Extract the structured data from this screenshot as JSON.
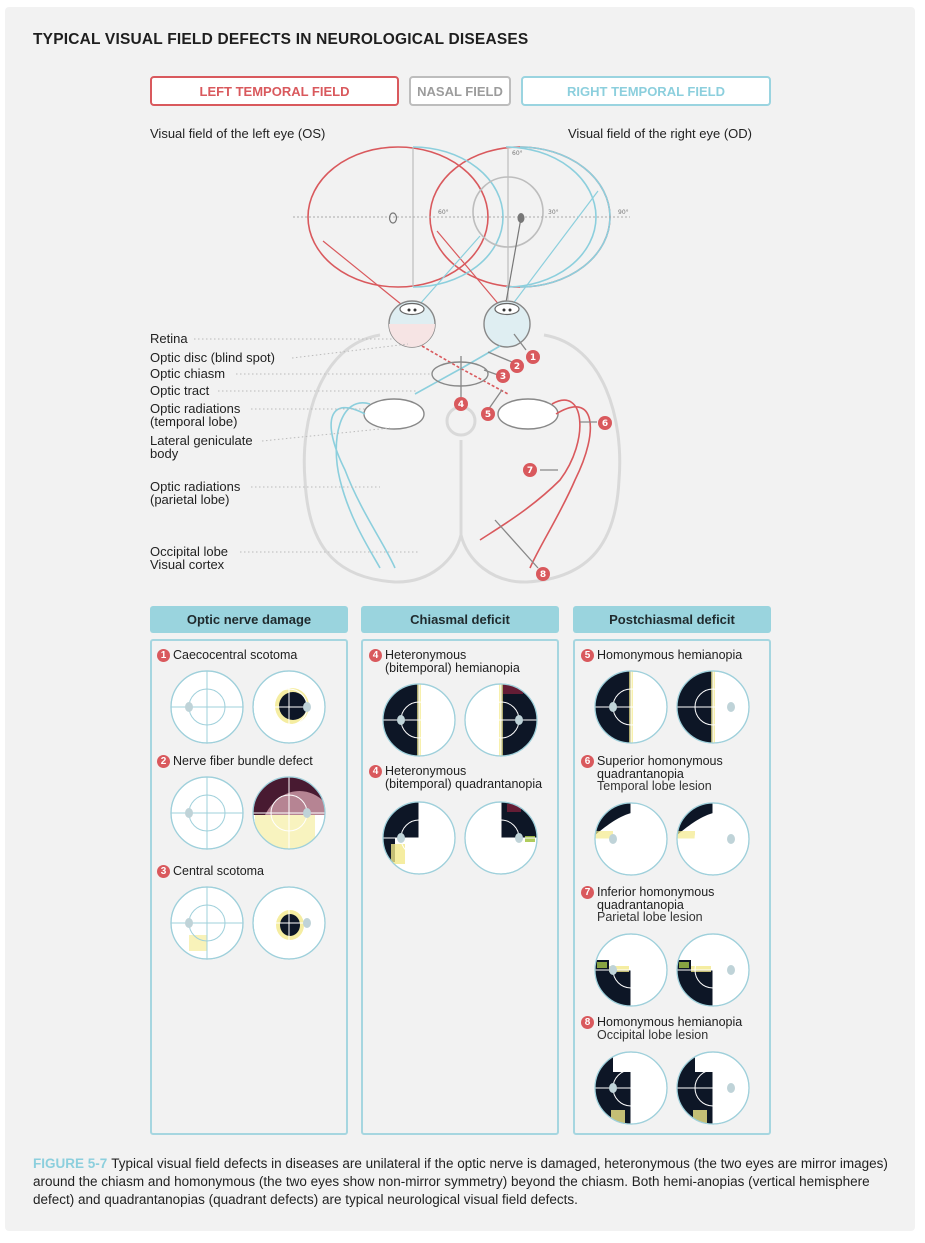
{
  "title": "TYPICAL VISUAL FIELD DEFECTS IN NEUROLOGICAL DISEASES",
  "legend": {
    "left": "LEFT TEMPORAL FIELD",
    "nasal": "NASAL FIELD",
    "right": "RIGHT TEMPORAL FIELD"
  },
  "visual_fields": {
    "left_eye": "Visual field of the left eye (OS)",
    "right_eye": "Visual field of the right eye (OD)",
    "degrees": {
      "d60_top": "60°",
      "d60_mid": "60°",
      "d30": "30°",
      "d90": "90°"
    }
  },
  "anatomy": {
    "retina": "Retina",
    "optic_disc": "Optic disc (blind spot)",
    "optic_chiasm": "Optic chiasm",
    "optic_tract": "Optic tract",
    "optic_radiations_temporal_1": "Optic radiations",
    "optic_radiations_temporal_2": "(temporal lobe)",
    "lgb_1": "Lateral geniculate",
    "lgb_2": "body",
    "optic_radiations_parietal_1": "Optic radiations",
    "optic_radiations_parietal_2": "(parietal lobe)",
    "occipital_1": "Occipital lobe",
    "occipital_2": "Visual cortex",
    "markers": [
      "1",
      "2",
      "3",
      "4",
      "5",
      "6",
      "7",
      "8"
    ]
  },
  "colors": {
    "red": "#d9595d",
    "blue": "#8ccfdd",
    "grey": "#bdbdbd",
    "panel": "#9ad4de"
  },
  "panels": [
    {
      "header": "Optic nerve damage",
      "defects": [
        {
          "num": "1",
          "line1": "Caecocentral scotoma"
        },
        {
          "num": "2",
          "line1": "Nerve fiber bundle defect"
        },
        {
          "num": "3",
          "line1": "Central scotoma"
        }
      ]
    },
    {
      "header": "Chiasmal deficit",
      "defects": [
        {
          "num": "4",
          "line1": "Heteronymous",
          "line2": "(bitemporal) hemianopia"
        },
        {
          "num": "4",
          "line1": "Heteronymous",
          "line2": "(bitemporal) quadrantanopia"
        }
      ]
    },
    {
      "header": "Postchiasmal deficit",
      "defects": [
        {
          "num": "5",
          "line1": "Homonymous hemianopia"
        },
        {
          "num": "6",
          "line1": "Superior homonymous",
          "line2": "quadrantanopia",
          "sub": "Temporal lobe lesion"
        },
        {
          "num": "7",
          "line1": "Inferior homonymous",
          "line2": "quadrantanopia",
          "sub": "Parietal lobe lesion"
        },
        {
          "num": "8",
          "line1": "Homonymous hemianopia",
          "sub": "Occipital lobe lesion"
        }
      ]
    }
  ],
  "caption": {
    "fig": "FIGURE 5-7",
    "text": "Typical visual field defects in diseases are unilateral if the optic nerve is damaged, heteronymous (the two eyes are mirror images) around the chiasm and homonymous (the two eyes show non-mirror symmetry) beyond the chiasm. Both hemi-anopias (vertical hemisphere defect) and quadrantanopias (quadrant defects) are typical neurological visual field defects."
  }
}
